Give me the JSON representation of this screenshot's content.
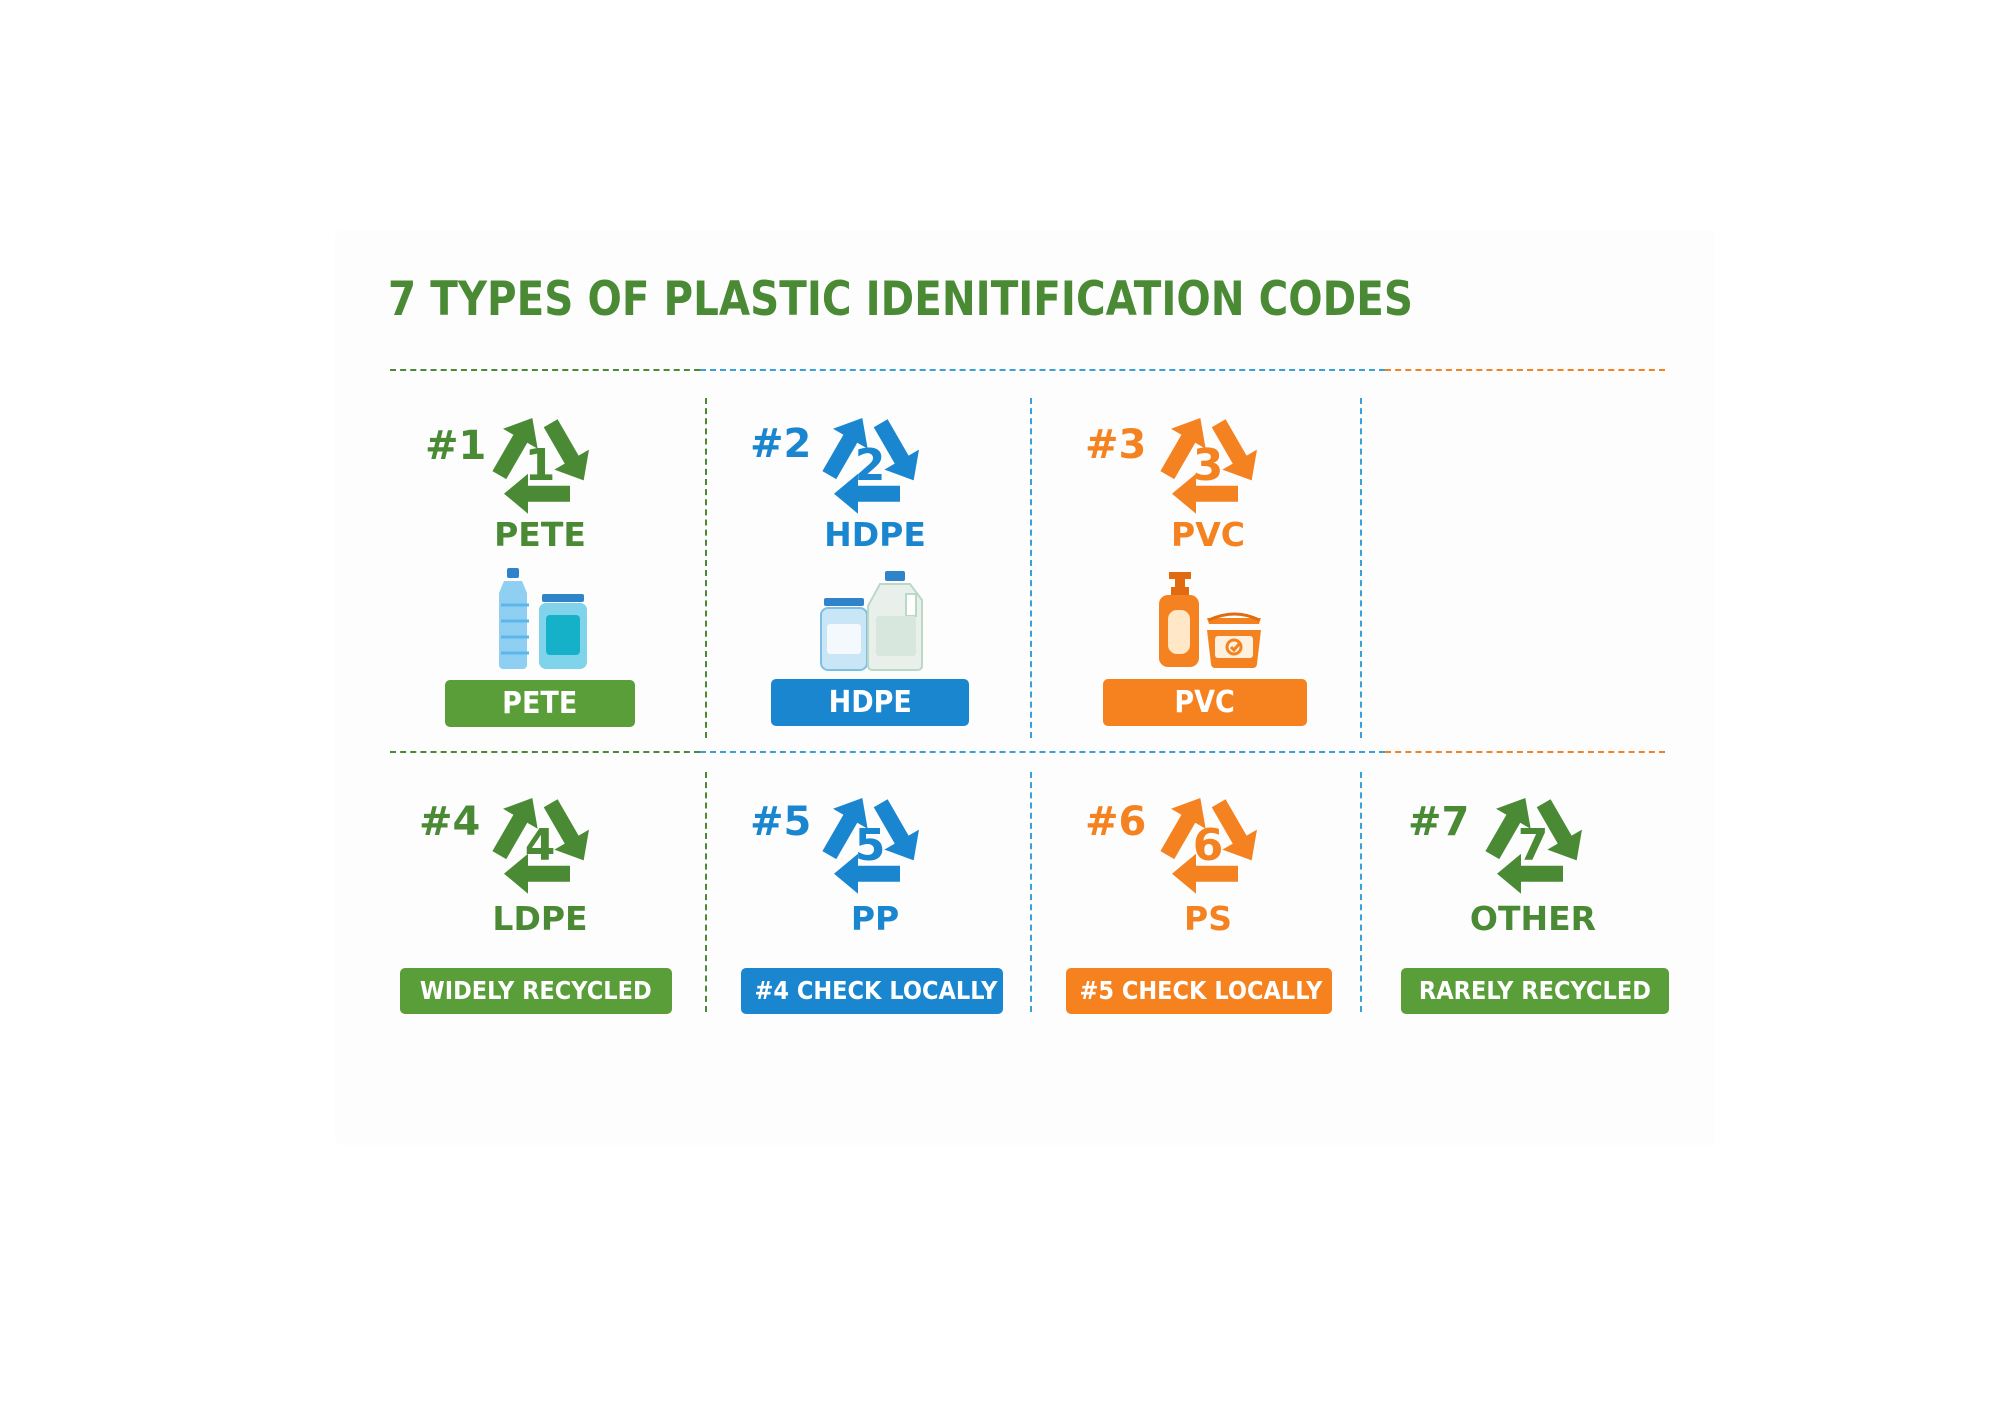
{
  "title": "7 TYPES OF PLASTIC IDENITIFICATION CODES",
  "colors": {
    "green": "#4a8a35",
    "blue": "#1a86cf",
    "orange": "#f58220",
    "title": "#4a8a35"
  },
  "codes": [
    {
      "number": "#1",
      "code": "1",
      "abbr": "PETE",
      "label": "PETE",
      "color": "green",
      "products": "bottle-and-jar-icon"
    },
    {
      "number": "#2",
      "code": "2",
      "abbr": "HDPE",
      "label": "HDPE",
      "color": "blue",
      "products": "jar-and-jug-icon"
    },
    {
      "number": "#3",
      "code": "3",
      "abbr": "PVC",
      "label": "PVC",
      "color": "orange",
      "products": "dispenser-and-container-icon"
    },
    {
      "number": "#4",
      "code": "4",
      "abbr": "LDPE",
      "label": "WIDELY RECYCLED",
      "color": "green"
    },
    {
      "number": "#5",
      "code": "5",
      "abbr": "PP",
      "label": "#4 CHECK LOCALLY",
      "color": "blue"
    },
    {
      "number": "#6",
      "code": "6",
      "abbr": "PS",
      "label": "#5 CHECK LOCALLY",
      "color": "orange"
    },
    {
      "number": "#7",
      "code": "7",
      "abbr": "OTHER",
      "label": "RARELY RECYCLED",
      "color": "green"
    }
  ]
}
